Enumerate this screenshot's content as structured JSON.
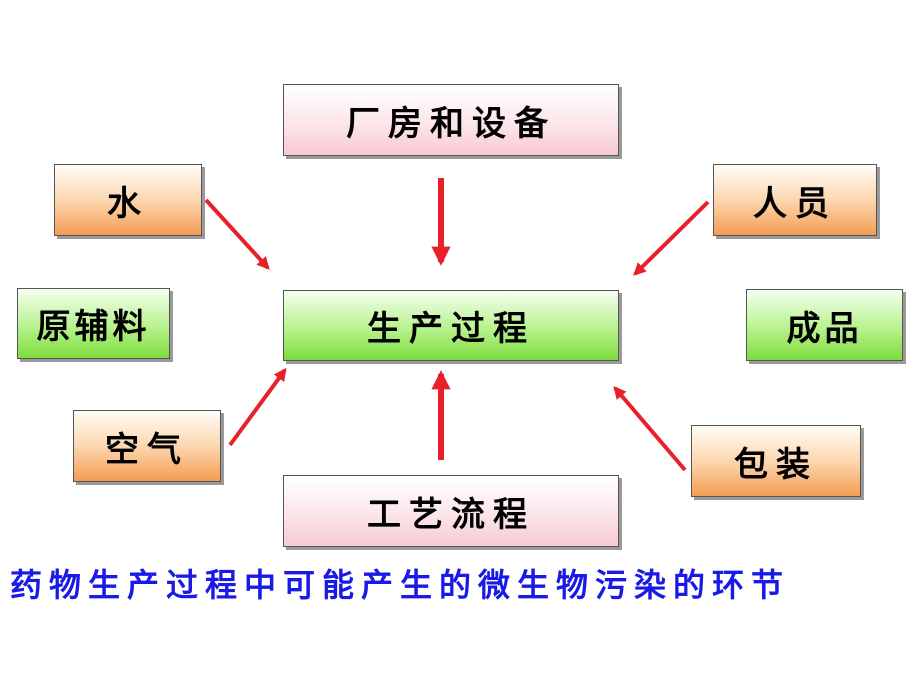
{
  "nodes": {
    "facility": "厂房和设备",
    "water": "水",
    "personnel": "人员",
    "raw_materials": "原辅料",
    "production": "生产过程",
    "product": "成品",
    "air": "空气",
    "packaging": "包装",
    "process_flow": "工艺流程"
  },
  "caption": "药物生产过程中可能产生的微生物污染的环节",
  "colors": {
    "arrow": "#e8202a",
    "caption": "#1a1ae6"
  }
}
